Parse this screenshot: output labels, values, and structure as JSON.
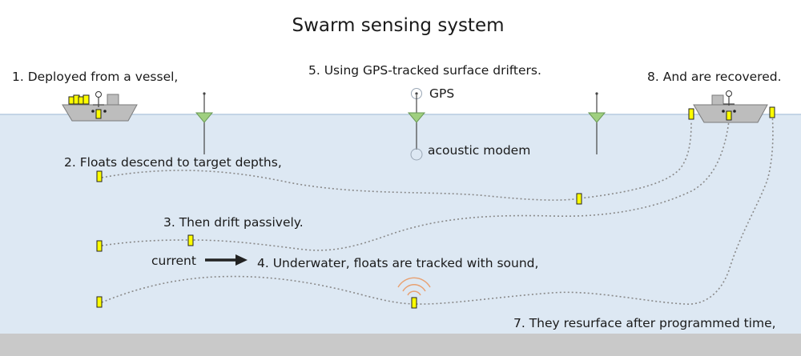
{
  "title": "Swarm sensing system",
  "steps": {
    "s1": "1. Deployed from a vessel,",
    "s2": "2. Floats descend to target depths,",
    "s3": "3. Then drift passively.",
    "s4": "4. Underwater, floats are tracked with sound,",
    "s5": "5. Using GPS-tracked surface drifters.",
    "s7": "7. They resurface after programmed time,",
    "s8": "8. And are recovered."
  },
  "labels": {
    "gps": "GPS",
    "modem": "acoustic modem",
    "current": "current"
  },
  "colors": {
    "water": "#dde8f3",
    "water_line": "#b6cbe0",
    "seafloor": "#c9c9c9",
    "float": "#ffff00",
    "drifter": "#9fcf7f",
    "acoustic": "#e8a070"
  }
}
